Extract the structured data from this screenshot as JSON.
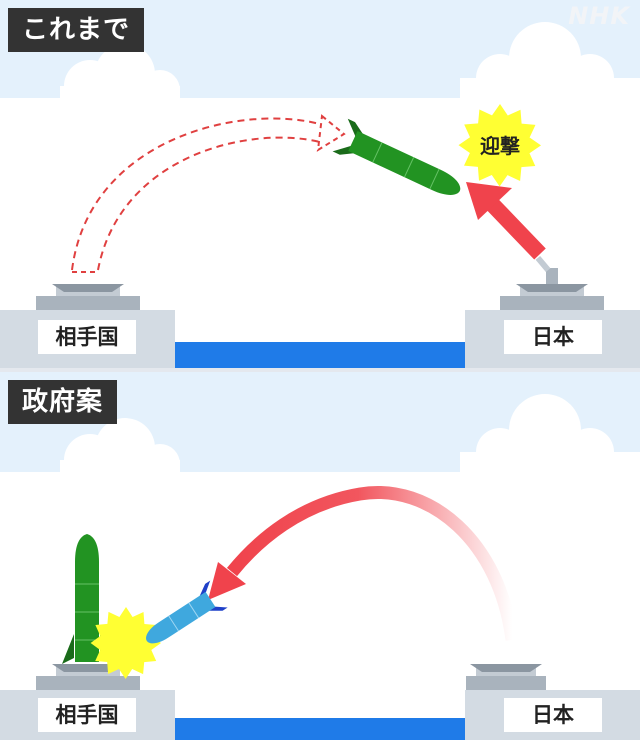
{
  "logo": "NHK",
  "panels": [
    {
      "tag": "これまで",
      "left_country": "相手国",
      "right_country": "日本",
      "intercept_label": "迎撃"
    },
    {
      "tag": "政府案",
      "left_country": "相手国",
      "right_country": "日本"
    }
  ],
  "colors": {
    "sky": "#e4f1fc",
    "cloud": "#ffffff",
    "sea": "#1f7be8",
    "ground": "#d3dbe3",
    "missile_green": "#229322",
    "missile_blue": "#3fa8de",
    "arrow_red": "#f0434c",
    "burst_yellow": "#ffff33",
    "tag_bg": "#333333"
  }
}
